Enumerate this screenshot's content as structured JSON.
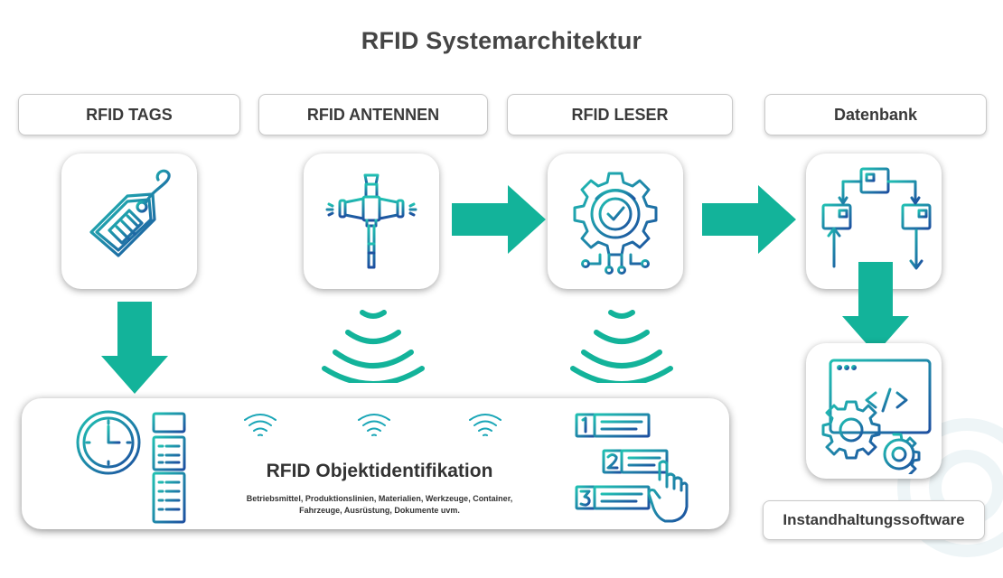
{
  "title": "RFID Systemarchitektur",
  "stages": [
    {
      "label": "RFID TAGS",
      "icon": "tag-icon"
    },
    {
      "label": "RFID ANTENNEN",
      "icon": "antenna-icon"
    },
    {
      "label": "RFID LESER",
      "icon": "gear-check-icon"
    },
    {
      "label": "Datenbank",
      "icon": "database-flow-icon"
    }
  ],
  "software": {
    "label": "Instandhaltungssoftware",
    "icon": "code-window-gears-icon"
  },
  "identification": {
    "title": "RFID Objektidentifikation",
    "description_line1": "Betriebsmittel, Produktionslinien, Materialien, Werkzeuge, Container,",
    "description_line2": "Fahrzeuge, Ausrüstung, Dokumente uvm."
  },
  "colors": {
    "accent": "#13b39a",
    "icon_teal": "#1aa6b7",
    "icon_blue": "#1d4fa0",
    "text": "#3a3a3a"
  }
}
